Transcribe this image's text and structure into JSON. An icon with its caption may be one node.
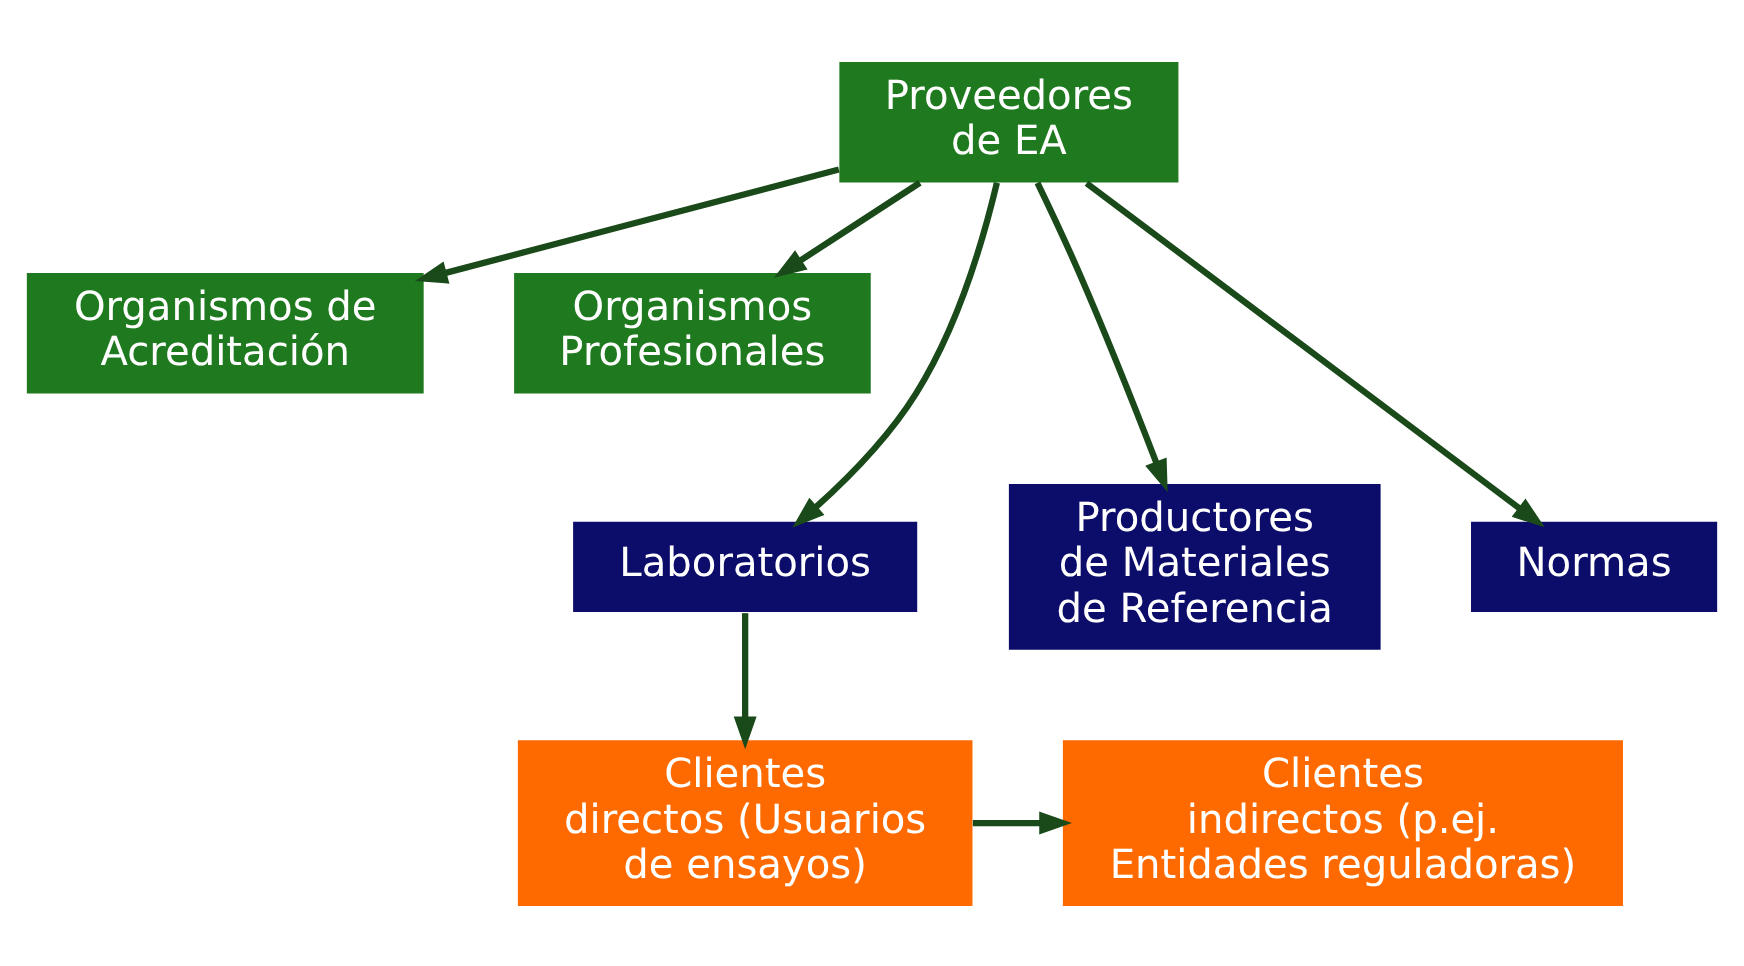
{
  "diagram": {
    "nodes": [
      {
        "text": [
          "Proveedores de EA"
        ]
      },
      {
        "text": [
          "Organismos de Acreditación"
        ]
      },
      {
        "text": [
          "Organismos Profesionales"
        ]
      },
      {
        "text": [
          "Laboratorios"
        ]
      },
      {
        "text": [
          "Productores de Materiales de Referencia"
        ]
      },
      {
        "text": [
          "Normas"
        ]
      },
      {
        "text": [
          "Clientes directos (Usuarios de ensayos)"
        ]
      },
      {
        "text": [
          "Clientes indirectos (p.ej. Entidades reguladoras)"
        ]
      }
    ],
    "edges": [
      {
        "from": 0,
        "to": 1,
        "arrow": "to"
      },
      {
        "from": 0,
        "to": 2,
        "arrow": "to"
      },
      {
        "from": 0,
        "to": 3,
        "arrow": "to"
      },
      {
        "from": 0,
        "to": 4,
        "arrow": "to"
      },
      {
        "from": 0,
        "to": 5,
        "arrow": "to"
      },
      {
        "from": 3,
        "to": 6,
        "arrow": "to"
      },
      {
        "from": 6,
        "to": 7,
        "arrow": "to"
      }
    ]
  }
}
